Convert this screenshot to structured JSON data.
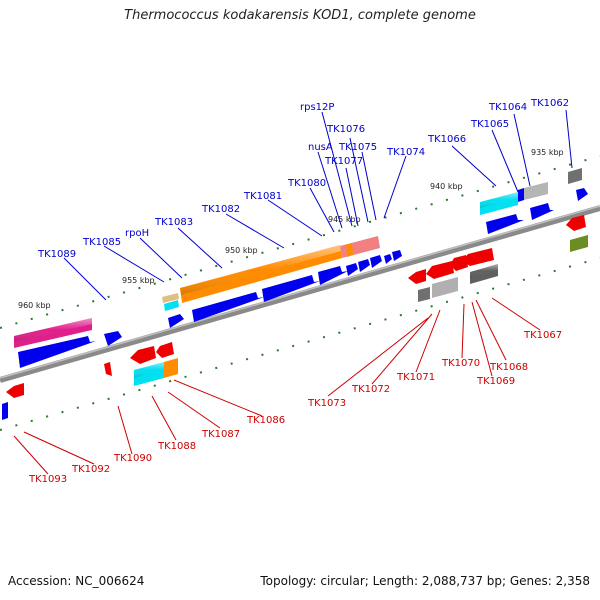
{
  "title": "Thermococcus kodakarensis KOD1, complete genome",
  "footer": {
    "accession": "Accession: NC_006624",
    "summary": "Topology: circular; Length: 2,088,737 bp; Genes: 2,358"
  },
  "ticks": [
    "935 kbp",
    "940 kbp",
    "945 kbp",
    "950 kbp",
    "955 kbp",
    "960 kbp"
  ],
  "top_genes": [
    "TK1062",
    "TK1064",
    "TK1065",
    "TK1066",
    "TK1074",
    "TK1075",
    "TK1076",
    "rps12P",
    "nusA",
    "TK1077",
    "TK1080",
    "TK1081",
    "TK1082",
    "TK1083",
    "rpoH",
    "TK1085",
    "TK1089"
  ],
  "bottom_genes": [
    "TK1067",
    "TK1068",
    "TK1069",
    "TK1070",
    "TK1071",
    "TK1072",
    "TK1073",
    "TK1086",
    "TK1087",
    "TK1088",
    "TK1090",
    "TK1092",
    "TK1093"
  ],
  "colors": {
    "forward": "#0000ee",
    "reverse": "#ee0000",
    "axis": "#888888",
    "tick": "#2a7a2a",
    "orange": "#ff8c00",
    "cyan": "#00e0f0",
    "magenta": "#e0208a",
    "gray": "#909090",
    "olive": "#6b8e23"
  }
}
